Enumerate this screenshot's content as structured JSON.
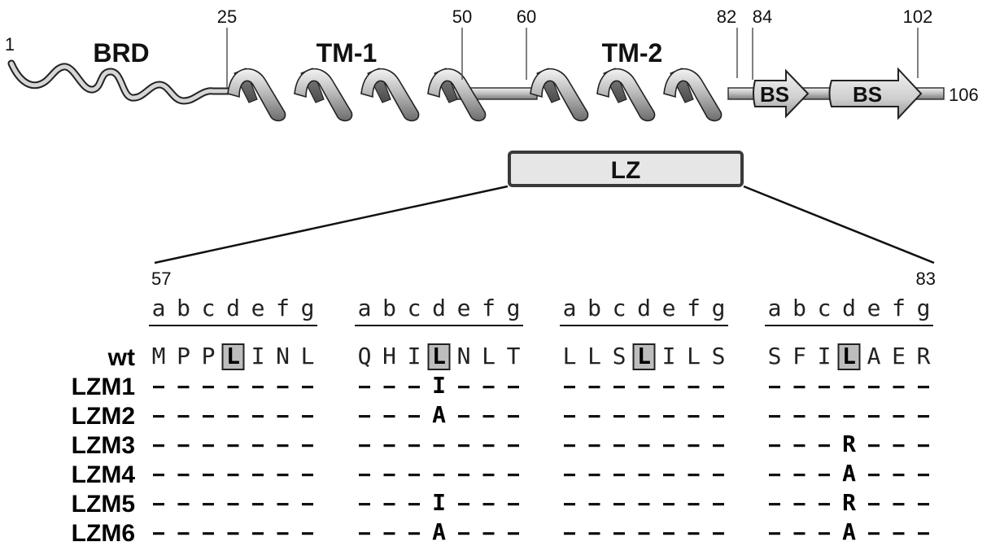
{
  "protein": {
    "start_label": "1",
    "end_label": "106",
    "positions": [
      "25",
      "50",
      "60",
      "82",
      "84",
      "102"
    ],
    "domains": [
      "BRD",
      "TM-1",
      "TM-2"
    ],
    "strands": [
      "BS",
      "BS"
    ]
  },
  "zoom": {
    "label": "LZ",
    "start": "57",
    "end": "83"
  },
  "alignment": {
    "heptad": [
      "a",
      "b",
      "c",
      "d",
      "e",
      "f",
      "g"
    ],
    "wt_label": "wt",
    "wt_sequence": "MPPLINLQHILNLTLLSLILSSFILAER",
    "boxed_positions": [
      3,
      10,
      17,
      24
    ],
    "gap_char": "-",
    "mutants": [
      {
        "name": "LZM1",
        "subs": {
          "10": "I"
        }
      },
      {
        "name": "LZM2",
        "subs": {
          "10": "A"
        }
      },
      {
        "name": "LZM3",
        "subs": {
          "24": "R"
        }
      },
      {
        "name": "LZM4",
        "subs": {
          "24": "A"
        }
      },
      {
        "name": "LZM5",
        "subs": {
          "10": "I",
          "24": "R"
        }
      },
      {
        "name": "LZM6",
        "subs": {
          "10": "A",
          "24": "A"
        }
      }
    ]
  },
  "colors": {
    "helix_light": "#e2e2e2",
    "helix_mid": "#a8a8a8",
    "helix_dark": "#5a5a5a",
    "box_fill": "#e6e6e6",
    "box_stroke": "#3a3a3a",
    "highlight_box": "#bdbdbd"
  }
}
